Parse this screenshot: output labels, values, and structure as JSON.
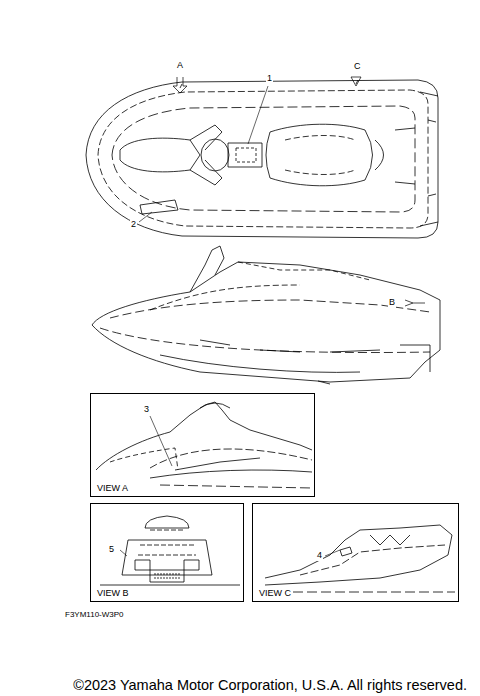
{
  "diagram": {
    "nodes": [
      {
        "text": [
          "VIEW A"
        ]
      },
      {
        "text": [
          "VIEW B"
        ]
      },
      {
        "text": [
          "VIEW C"
        ]
      }
    ],
    "labels": [
      "A",
      "C",
      "1",
      "2",
      "B",
      "3",
      "5",
      "4",
      "F3YM110-W3P0",
      "©2023 Yamaha Motor Corporation, U.S.A. All rights reserved."
    ]
  }
}
